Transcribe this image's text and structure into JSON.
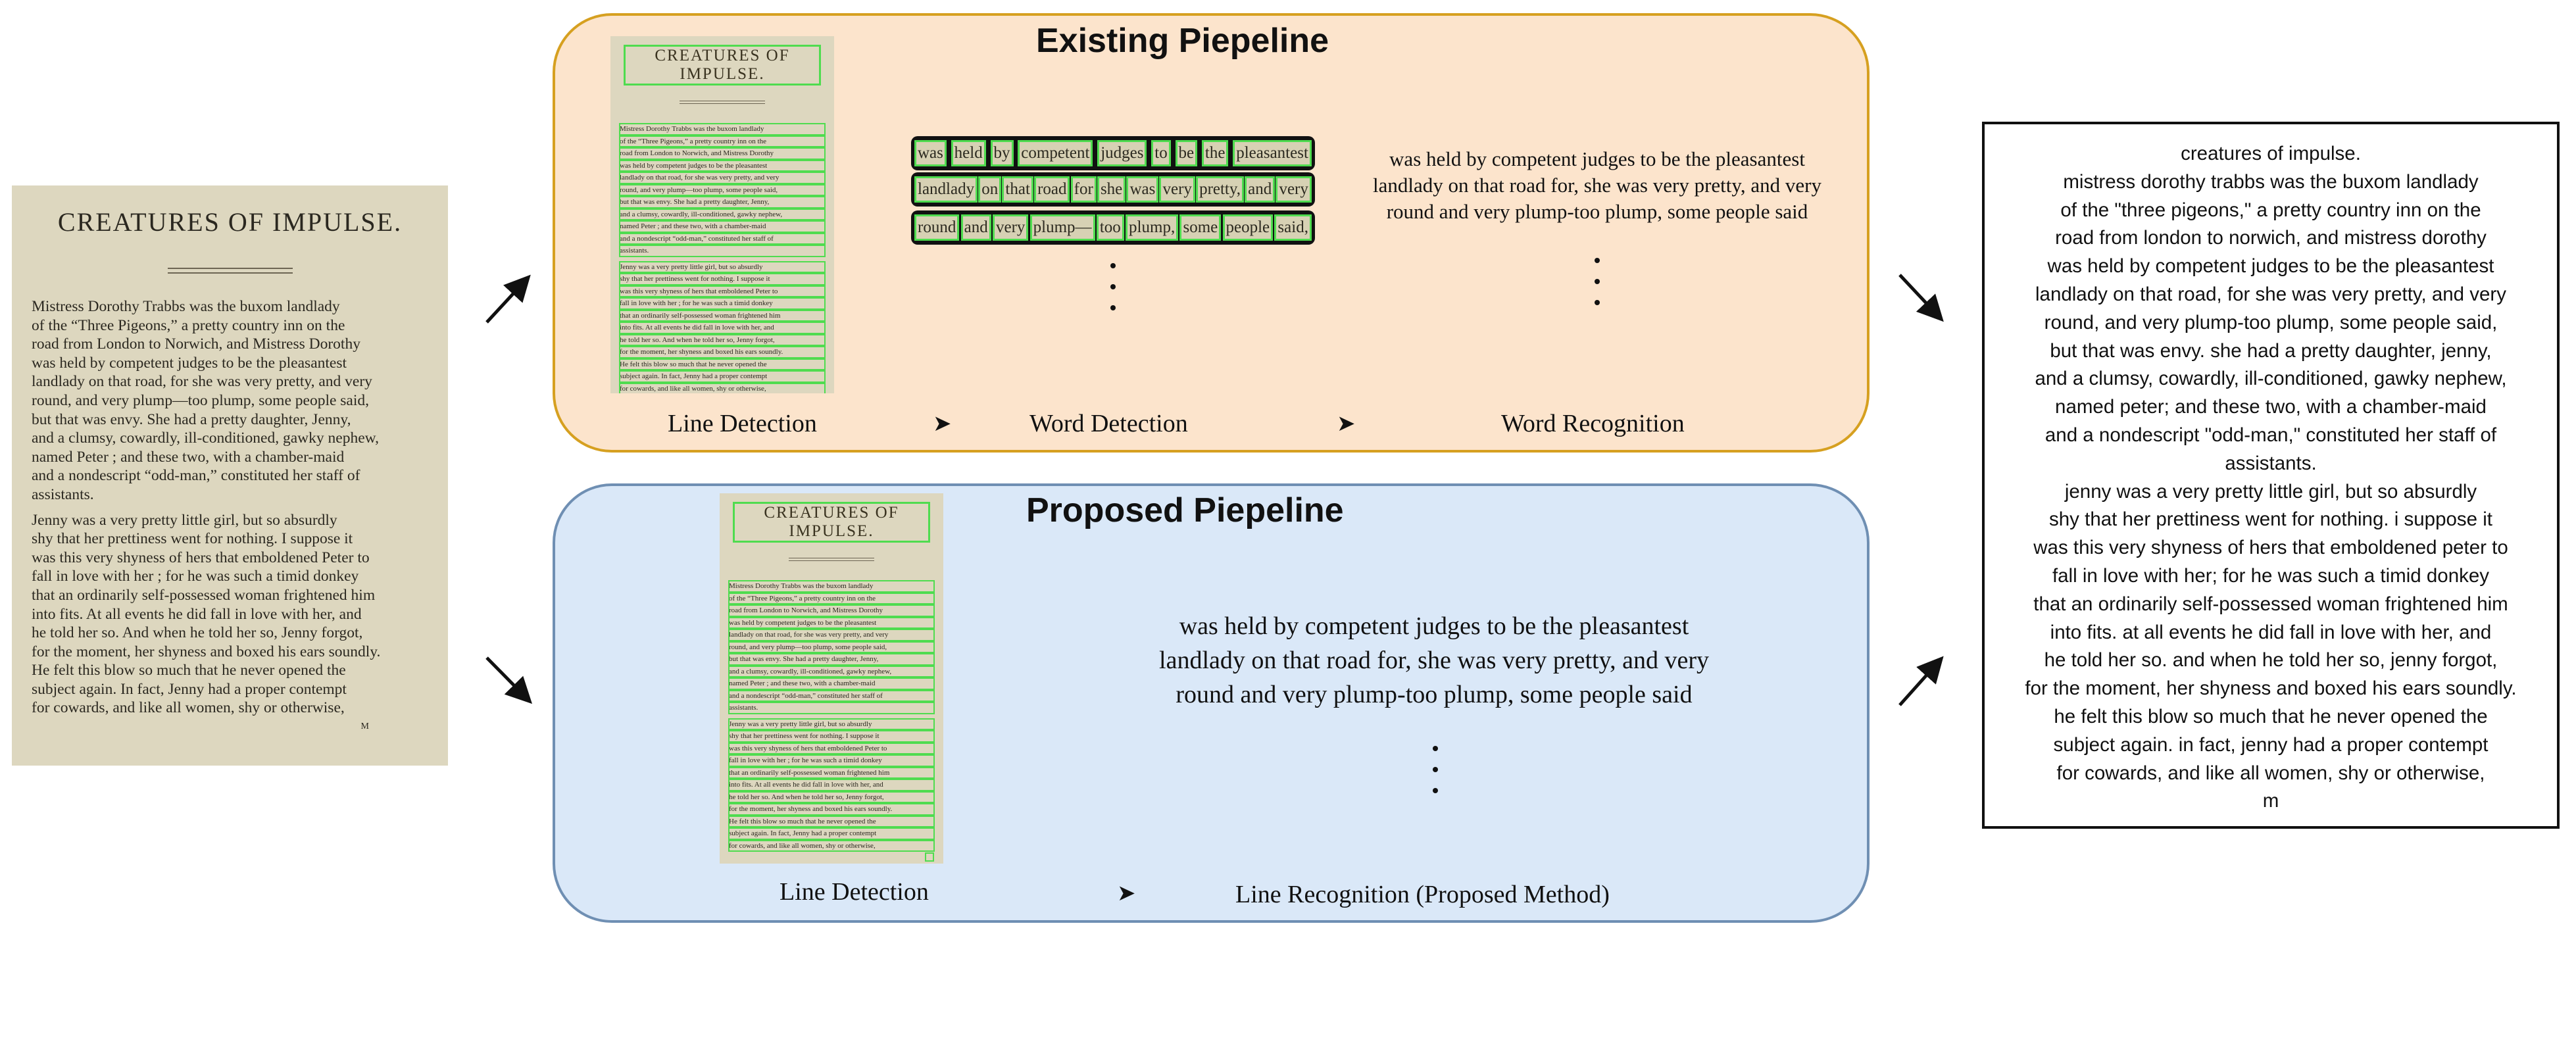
{
  "source_page": {
    "title": "CREATURES OF IMPULSE.",
    "lines": [
      "Mistress Dorothy Trabbs was the buxom landlady",
      "of the “Three Pigeons,” a pretty country inn on the",
      "road from London to Norwich, and Mistress Dorothy",
      "was held by competent judges to be the pleasantest",
      "landlady on that road, for she was very pretty, and very",
      "round, and very plump—too plump, some people said,",
      "but that was envy.  She had a pretty daughter, Jenny,",
      "and a clumsy, cowardly, ill-conditioned, gawky nephew,",
      "named Peter ; and these two, with a chamber-maid",
      "and a nondescript “odd-man,” constituted her staff of",
      "assistants.",
      "Jenny was a very pretty little girl, but so absurdly",
      "shy that her prettiness went for nothing.  I suppose it",
      "was this very shyness of hers that emboldened Peter to",
      "fall in love with her ; for he was such a timid donkey",
      "that an ordinarily self-possessed woman frightened him",
      "into fits.  At all events he did fall in love with her, and",
      "he told her so.  And when he told her so, Jenny forgot,",
      "for the moment, her shyness and boxed his ears soundly.",
      "He felt this blow so much that he never opened the",
      "subject again.  In fact, Jenny had a proper contempt",
      "for cowards, and like all women, shy or otherwise,"
    ],
    "page_mark": "M"
  },
  "existing_pipeline": {
    "title": "Existing Piepeline",
    "stages": [
      "Line Detection",
      "Word Detection",
      "Word Recognition"
    ],
    "word_rows": [
      [
        "was",
        "held",
        "by",
        "competent",
        "judges",
        "to",
        "be",
        "the",
        "pleasantest"
      ],
      [
        "landlady",
        "on",
        "that",
        "road",
        "for",
        "she",
        "was",
        "very",
        "pretty,",
        "and",
        "very"
      ],
      [
        "round",
        "and",
        "very",
        "plump—",
        "too",
        "plump,",
        "some",
        "people",
        "said,"
      ]
    ],
    "recognized_lines": [
      "was held by competent judges to be the pleasantest",
      "landlady on that road for, she was very pretty, and very",
      "round and very plump-too plump, some people said"
    ]
  },
  "proposed_pipeline": {
    "title": "Proposed Piepeline",
    "stages": [
      "Line Detection",
      "Line Recognition (Proposed Method)"
    ],
    "recognized_lines": [
      "was held by competent judges to be the pleasantest",
      "landlady on that road for, she was very pretty, and very",
      "round and very plump-too plump, some people said"
    ]
  },
  "output_text": {
    "lines": [
      "creatures of impulse.",
      "mistress dorothy trabbs was the buxom landlady",
      "of the \"three pigeons,\" a pretty country inn on the",
      "road from london to norwich, and mistress dorothy",
      "was held by competent judges to be the pleasantest",
      "landlady on that road, for she was very pretty, and very",
      "round, and very plump-too plump, some people said,",
      "but that was envy. she had a pretty daughter, jenny,",
      "and a clumsy, cowardly, ill-conditioned, gawky nephew,",
      "named peter; and these two, with a chamber-maid",
      "and a nondescript \"odd-man,\" constituted her staff of",
      "assistants.",
      "jenny was a very pretty little girl, but so absurdly",
      "shy that her prettiness went for nothing. i suppose it",
      "was this very shyness of hers that emboldened peter to",
      "fall in love with her; for he was such a timid donkey",
      "that an ordinarily self-possessed woman frightened him",
      "into fits. at all events he did fall in love with her, and",
      "he told her so. and when he told her so, jenny forgot,",
      "for the moment, her shyness and boxed his ears soundly.",
      "he felt this blow so much that he never opened the",
      "subject again. in fact, jenny had a proper contempt",
      "for cowards, and like all women, shy or otherwise,",
      "m"
    ]
  },
  "colors": {
    "existing_fill": "#fce4cc",
    "existing_border": "#d6a020",
    "proposed_fill": "#dae8f8",
    "proposed_border": "#6f8fb3",
    "detection_box": "#4fdc4f",
    "scan_paper": "#ddd7bf"
  }
}
